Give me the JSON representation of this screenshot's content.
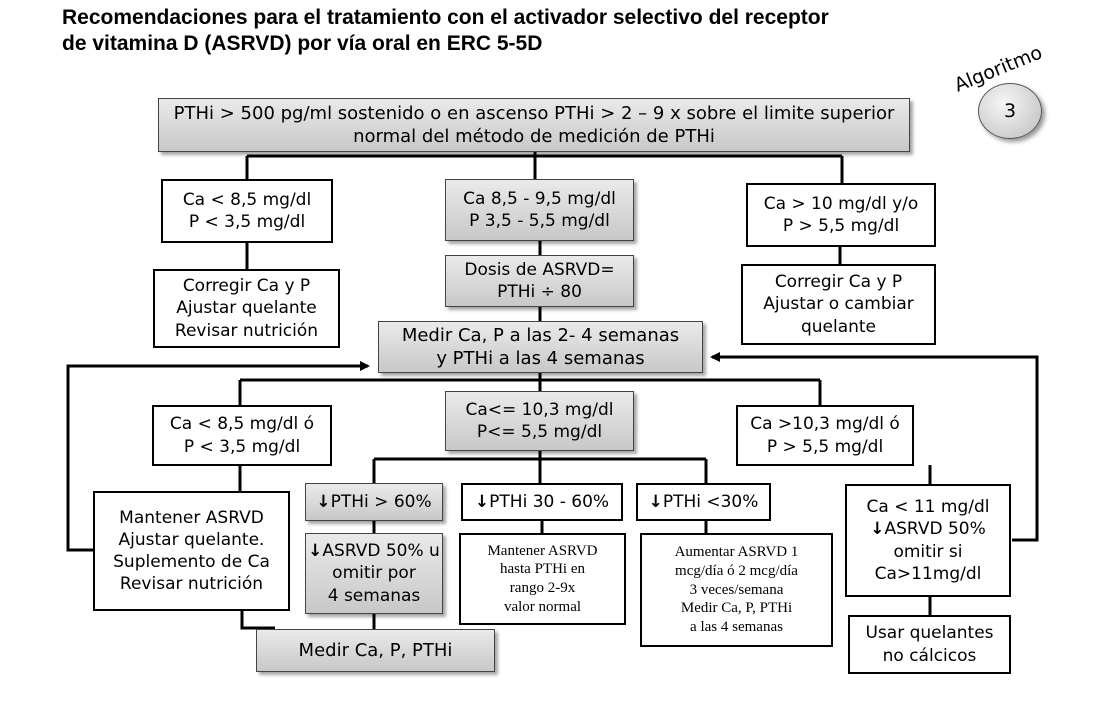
{
  "title": {
    "line1": "Recomendaciones para el tratamiento con el activador selectivo del receptor",
    "line2": "de vitamina D (ASRVD) por vía oral en ERC 5-5D"
  },
  "badge": {
    "label": "Algoritmo",
    "number": "3"
  },
  "nodes": {
    "top": {
      "lines": [
        "PTHi > 500 pg/ml sostenido o en ascenso PTHi > 2 – 9 x sobre el limite superior",
        "normal del método de medición de PTHi"
      ]
    },
    "low_ca": {
      "lines": [
        "Ca < 8,5 mg/dl",
        "P < 3,5 mg/dl"
      ]
    },
    "mid_ca": {
      "lines": [
        "Ca 8,5 - 9,5 mg/dl",
        "P 3,5 - 5,5 mg/dl"
      ]
    },
    "high_ca": {
      "lines": [
        "Ca > 10 mg/dl y/o",
        "P > 5,5 mg/dl"
      ]
    },
    "correct_left": {
      "lines": [
        "Corregir Ca y P",
        "Ajustar quelante",
        "Revisar nutrición"
      ]
    },
    "dose": {
      "lines": [
        "Dosis de ASRVD=",
        "PTHi ÷ 80"
      ]
    },
    "correct_right": {
      "lines": [
        "Corregir Ca y P",
        "Ajustar o cambiar",
        "quelante"
      ]
    },
    "measure": {
      "lines": [
        "Medir Ca, P a las 2- 4 semanas",
        "y PTHi a las 4 semanas"
      ]
    },
    "low2": {
      "lines": [
        "Ca < 8,5 mg/dl ó",
        "P < 3,5 mg/dl"
      ]
    },
    "mid2": {
      "lines": [
        "Ca<= 10,3 mg/dl",
        "P<= 5,5 mg/dl"
      ]
    },
    "high2": {
      "lines": [
        "Ca >10,3 mg/dl ó",
        "P > 5,5 mg/dl"
      ]
    },
    "maintain": {
      "lines": [
        "Mantener ASRVD",
        "Ajustar quelante.",
        "Suplemento de Ca",
        "Revisar nutrición"
      ]
    },
    "pth60": {
      "lines": [
        "PTHi > 60%"
      ]
    },
    "pth3060": {
      "lines": [
        "PTHi 30 - 60%"
      ]
    },
    "pth30": {
      "lines": [
        "PTHi <30%"
      ]
    },
    "ca11": {
      "lines": [
        "Ca < 11 mg/dl",
        "ASRVD 50%",
        "omitir si",
        "Ca>11mg/dl"
      ]
    },
    "reduce": {
      "lines": [
        "ASRVD 50% u",
        "omitir por",
        "4 semanas"
      ]
    },
    "keep_range": {
      "lines": [
        "Mantener ASRVD",
        "hasta PTHi en",
        "rango 2-9x",
        "valor normal"
      ]
    },
    "increase": {
      "lines": [
        "Aumentar ASRVD 1",
        "mcg/día ó 2 mcg/día",
        "3 veces/semana",
        "Medir Ca, P, PTHi",
        "a las 4 semanas"
      ]
    },
    "measure2": {
      "lines": [
        "Medir Ca, P, PTHi"
      ]
    },
    "non_calcic": {
      "lines": [
        "Usar quelantes",
        "no cálcicos"
      ]
    }
  },
  "down_arrow_glyph": "↓"
}
